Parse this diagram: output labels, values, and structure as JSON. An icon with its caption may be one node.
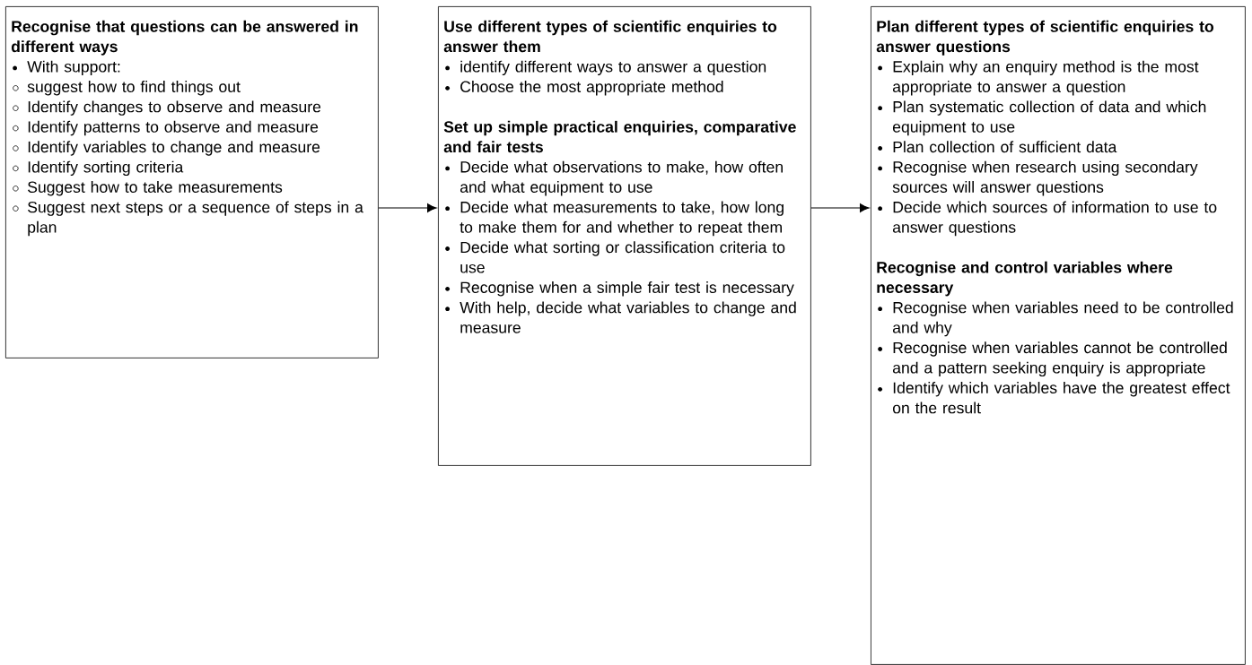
{
  "diagram": {
    "nodes": [
      {
        "text": [
          "Recognise that questions can be answered in different ways",
          "With support:",
          "suggest how to find things out",
          "Identify changes to observe and measure",
          "Identify patterns to observe and measure",
          "Identify variables to change and measure",
          "Identify sorting criteria",
          "Suggest how to take measurements",
          "Suggest next steps or a sequence of steps in a plan"
        ]
      },
      {
        "text": [
          "Use different types of scientific enquiries to answer them",
          "identify different ways to answer a question",
          "Choose the most appropriate method",
          "Set up simple practical enquiries, comparative and fair tests",
          "Decide what observations to make, how often and what equipment to use",
          "Decide what measurements to take, how long to make them for and whether to repeat them",
          "Decide what sorting or classification criteria to use",
          "Recognise when a simple fair test is necessary",
          "With help, decide what variables to change and measure"
        ]
      },
      {
        "text": [
          "Plan different types of scientific enquiries to answer questions",
          "Explain why an enquiry method is the most appropriate to answer a question",
          "Plan systematic collection of data and which equipment to use",
          "Plan collection of sufficient data",
          "Recognise when research using secondary sources will answer questions",
          "Decide which sources of information to use to answer questions",
          "Recognise and control variables where necessary",
          "Recognise when variables need to be controlled and why",
          "Recognise when variables cannot be controlled and a pattern seeking enquiry is appropriate",
          "Identify which variables have the greatest effect on the result"
        ]
      }
    ],
    "edges": [
      {
        "from": 0,
        "to": 1,
        "arrow": "to"
      },
      {
        "from": 1,
        "to": 2,
        "arrow": "to"
      }
    ]
  }
}
